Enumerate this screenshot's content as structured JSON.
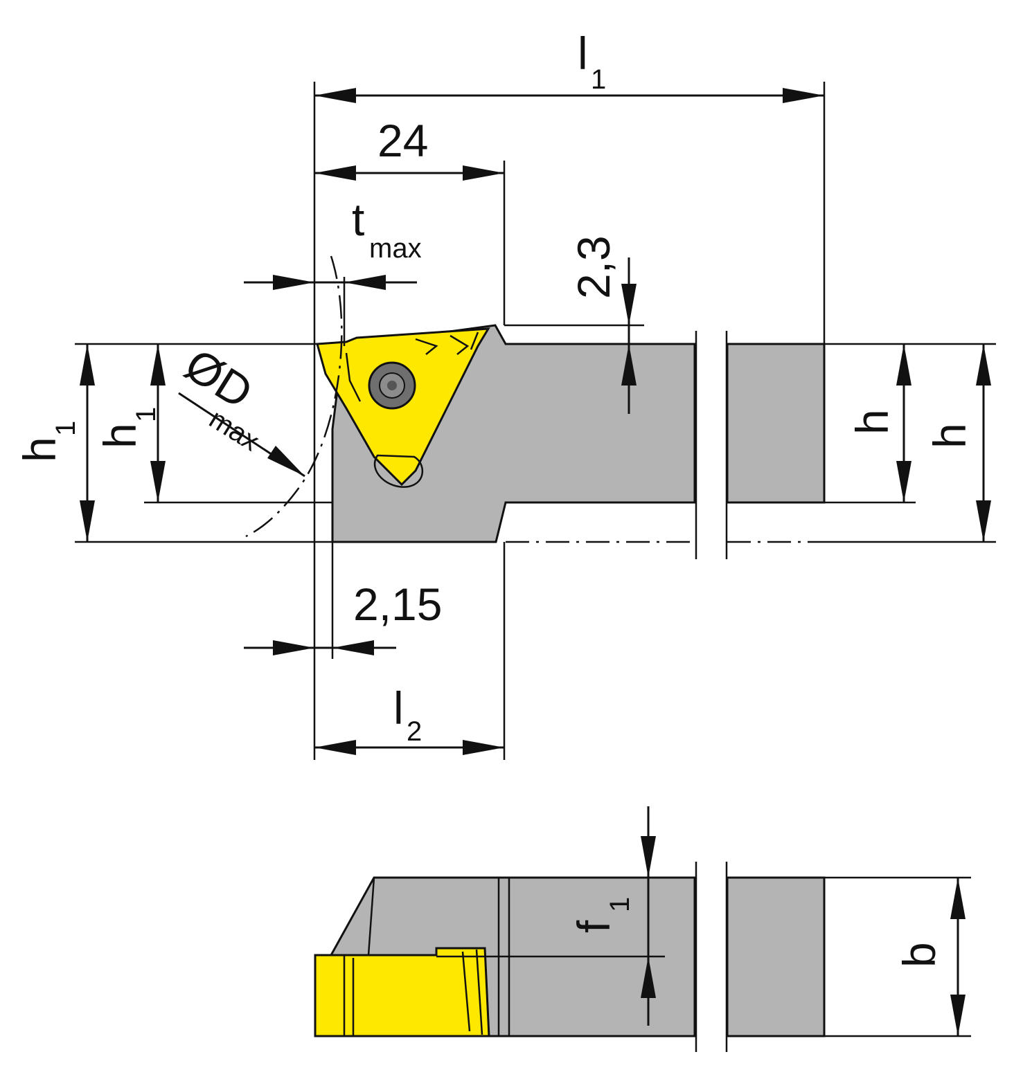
{
  "labels": {
    "l1": {
      "main": "l",
      "sub": "1"
    },
    "dim_24": "24",
    "t_max": {
      "main": "t",
      "sub": "max"
    },
    "dim_2_3": "2,3",
    "d_max": {
      "main": "ØD",
      "sub": "max"
    },
    "h1_outer": {
      "main": "h",
      "sub": "1"
    },
    "h1_inner": {
      "main": "h",
      "sub": "1"
    },
    "h_inner": "h",
    "h_outer": "h",
    "dim_2_15": "2,15",
    "l2": {
      "main": "l",
      "sub": "2"
    },
    "f1": {
      "main": "f",
      "sub": "1"
    },
    "b": "b"
  },
  "colors": {
    "body": "#b4b4b4",
    "insert": "#ffe800",
    "line": "#111111",
    "screw": "#6f6f6f"
  },
  "icons": {
    "screw": "torx-screw-icon"
  }
}
